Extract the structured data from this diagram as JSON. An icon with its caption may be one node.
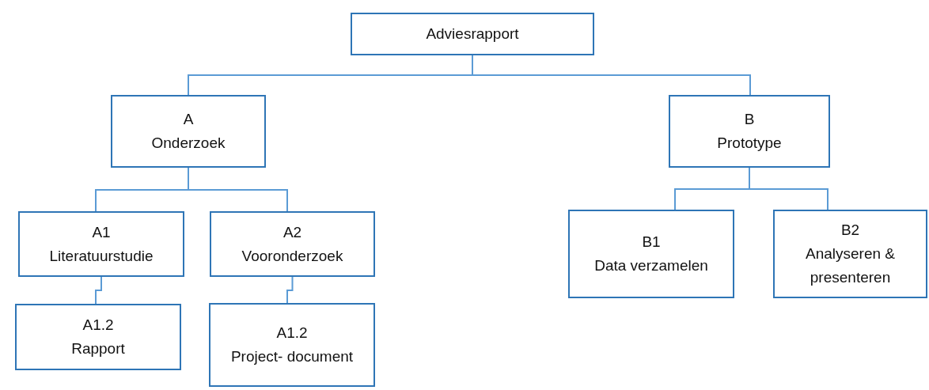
{
  "diagram": {
    "nodes": [
      {
        "text": [
          "Adviesrapport"
        ]
      },
      {
        "text": [
          "A",
          "Onderzoek"
        ]
      },
      {
        "text": [
          "B",
          "Prototype"
        ]
      },
      {
        "text": [
          "A1",
          "Literatuurstudie"
        ]
      },
      {
        "text": [
          "A2",
          "Vooronderzoek"
        ]
      },
      {
        "text": [
          "A1.2",
          "Rapport"
        ]
      },
      {
        "text": [
          "A1.2",
          "Project- document"
        ]
      },
      {
        "text": [
          "B1",
          "Data verzamelen"
        ]
      },
      {
        "text": [
          "B2",
          "Analyseren & presenteren"
        ]
      }
    ],
    "edges": [
      {
        "from": 0,
        "to": 1,
        "arrow": "none"
      },
      {
        "from": 0,
        "to": 2,
        "arrow": "none"
      },
      {
        "from": 1,
        "to": 3,
        "arrow": "none"
      },
      {
        "from": 1,
        "to": 4,
        "arrow": "none"
      },
      {
        "from": 3,
        "to": 5,
        "arrow": "none"
      },
      {
        "from": 4,
        "to": 6,
        "arrow": "none"
      },
      {
        "from": 2,
        "to": 7,
        "arrow": "none"
      },
      {
        "from": 2,
        "to": 8,
        "arrow": "none"
      }
    ]
  }
}
